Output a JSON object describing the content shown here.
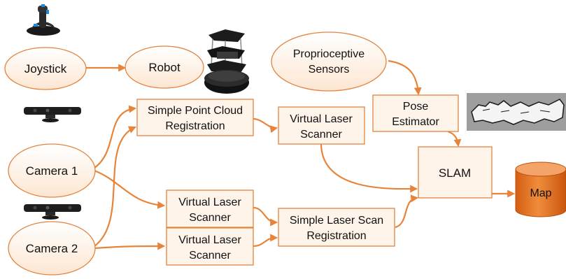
{
  "colors": {
    "accent": "#e8843a",
    "box_border": "#e2843f",
    "map_cylinder": "#e5701f"
  },
  "nodes": {
    "joystick": {
      "label": [
        "Joystick"
      ]
    },
    "robot": {
      "label": [
        "Robot"
      ]
    },
    "proprio": {
      "label": [
        "Proprioceptive",
        "Sensors"
      ]
    },
    "camera1": {
      "label": [
        "Camera 1"
      ]
    },
    "camera2": {
      "label": [
        "Camera 2"
      ]
    },
    "spcr": {
      "label": [
        "Simple Point Cloud",
        "Registration"
      ]
    },
    "vls_top": {
      "label": [
        "Virtual Laser",
        "Scanner"
      ]
    },
    "vls_mid": {
      "label": [
        "Virtual Laser",
        "Scanner"
      ]
    },
    "vls_bot": {
      "label": [
        "Virtual Laser",
        "Scanner"
      ]
    },
    "slsr": {
      "label": [
        "Simple Laser Scan",
        "Registration"
      ]
    },
    "pose": {
      "label": [
        "Pose",
        "Estimator"
      ]
    },
    "slam": {
      "label": [
        "SLAM"
      ]
    },
    "map": {
      "label": [
        "Map"
      ]
    }
  },
  "icons": {
    "joystick": "joystick-icon",
    "robot": "turtlebot-robot-icon",
    "kinect1": "kinect-camera-icon",
    "kinect2": "kinect-camera-icon",
    "occupancy_map": "occupancy-map-thumbnail"
  }
}
